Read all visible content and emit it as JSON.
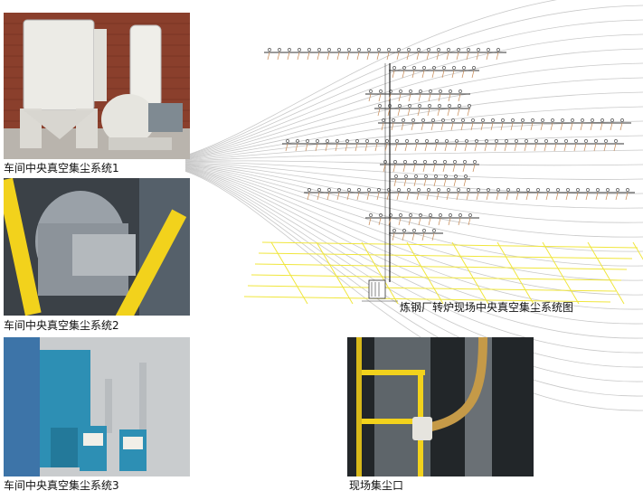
{
  "photos": [
    {
      "caption": "车间中央真空集尘系统1"
    },
    {
      "caption": "车间中央真空集尘系统2"
    },
    {
      "caption": "车间中央真空集尘系统3"
    },
    {
      "caption": "现场集尘口"
    }
  ],
  "diagram": {
    "caption": "炼钢厂转炉现场中央真空集尘系统图"
  }
}
